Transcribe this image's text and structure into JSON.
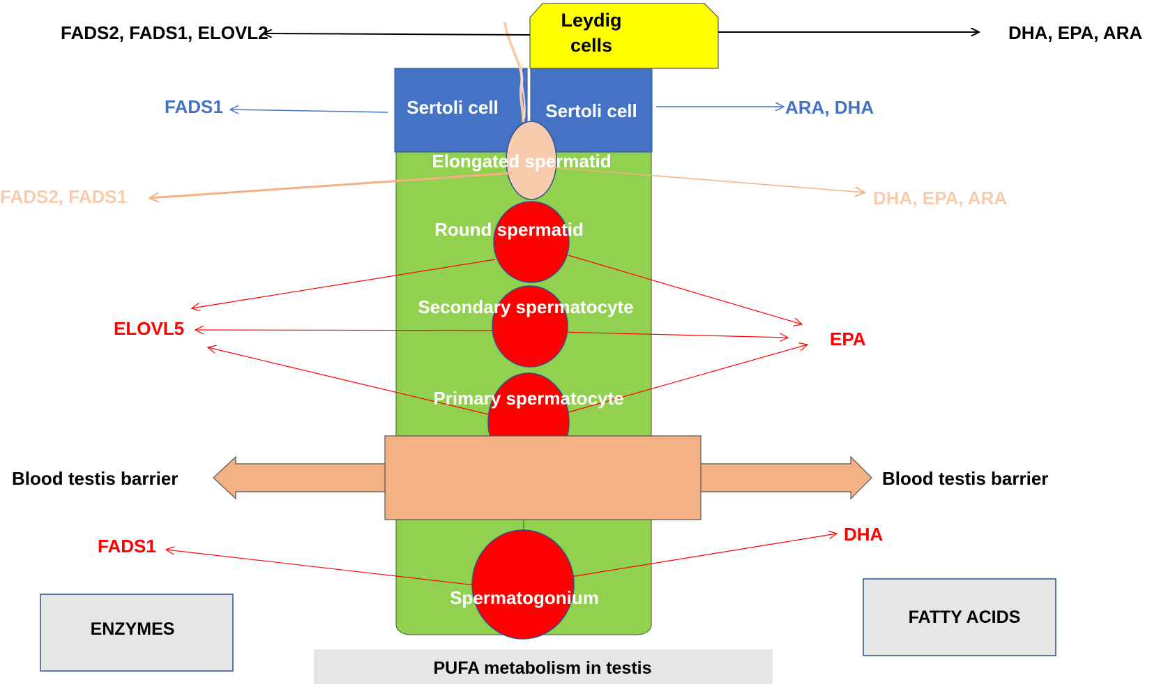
{
  "cells": {
    "leydig": "Leydig",
    "leydig_2": "cells",
    "sertoli_left": "Sertoli cell",
    "sertoli_right": "Sertoli cell",
    "elongated": "Elongated spermatid",
    "round": "Round spermatid",
    "secondary": "Secondary spermatocyte",
    "primary": "Primary spermatocyte",
    "spermatogonium": "Spermatogonium"
  },
  "barrier": {
    "left": "Blood testis barrier",
    "right": "Blood testis barrier"
  },
  "enzymes": {
    "leydig": "FADS2, FADS1, ELOVL2",
    "sertoli": "FADS1",
    "elongated": "FADS2, FADS1",
    "spermatocytes": "ELOVL5",
    "spermatogonium": "FADS1"
  },
  "fatty_acids": {
    "leydig": "DHA, EPA, ARA",
    "sertoli": "ARA, DHA",
    "elongated": "DHA, EPA, ARA",
    "spermatocytes": "EPA",
    "spermatogonium": "DHA"
  },
  "legend": {
    "enzymes": "ENZYMES",
    "fatty_acids": "FATTY ACIDS"
  },
  "caption": "PUFA metabolism in testis",
  "colors": {
    "leydig": "#ffff00",
    "sertoli": "#4472c4",
    "tubule": "#92d050",
    "cell_red": "#ff0000",
    "spermatid": "#f8cbad",
    "barrier": "#f4b183",
    "label_blue": "#4472c4",
    "label_peach": "#f8cbad",
    "label_red": "#ff0000"
  }
}
